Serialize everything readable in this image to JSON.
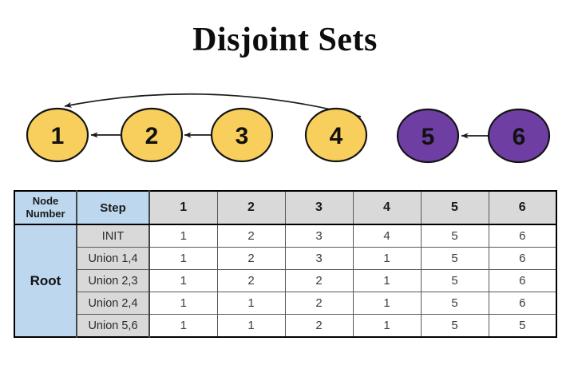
{
  "title": "Disjoint Sets",
  "colors": {
    "gold": "#F8CE5D",
    "purple": "#6F3EA3",
    "table_blue": "#BDD7EE",
    "table_gray": "#D9D9D9"
  },
  "diagram": {
    "nodes": [
      {
        "label": "1",
        "color": "#F8CE5D"
      },
      {
        "label": "2",
        "color": "#F8CE5D"
      },
      {
        "label": "3",
        "color": "#F8CE5D"
      },
      {
        "label": "4",
        "color": "#F8CE5D"
      },
      {
        "label": "5",
        "color": "#6F3EA3"
      },
      {
        "label": "6",
        "color": "#6F3EA3"
      }
    ],
    "edges": [
      {
        "from": "2",
        "to": "1",
        "type": "straight"
      },
      {
        "from": "3",
        "to": "2",
        "type": "straight"
      },
      {
        "from": "4",
        "to": "1",
        "type": "curved-over-top"
      },
      {
        "from": "6",
        "to": "5",
        "type": "straight"
      }
    ]
  },
  "table": {
    "corner_header": "Node Number",
    "step_header": "Step",
    "node_headers": [
      "1",
      "2",
      "3",
      "4",
      "5",
      "6"
    ],
    "row_group_label": "Root",
    "rows": [
      {
        "step": "INIT",
        "values": [
          "1",
          "2",
          "3",
          "4",
          "5",
          "6"
        ]
      },
      {
        "step": "Union 1,4",
        "values": [
          "1",
          "2",
          "3",
          "1",
          "5",
          "6"
        ]
      },
      {
        "step": "Union 2,3",
        "values": [
          "1",
          "2",
          "2",
          "1",
          "5",
          "6"
        ]
      },
      {
        "step": "Union 2,4",
        "values": [
          "1",
          "1",
          "2",
          "1",
          "5",
          "6"
        ]
      },
      {
        "step": "Union 5,6",
        "values": [
          "1",
          "1",
          "2",
          "1",
          "5",
          "5"
        ]
      }
    ]
  }
}
